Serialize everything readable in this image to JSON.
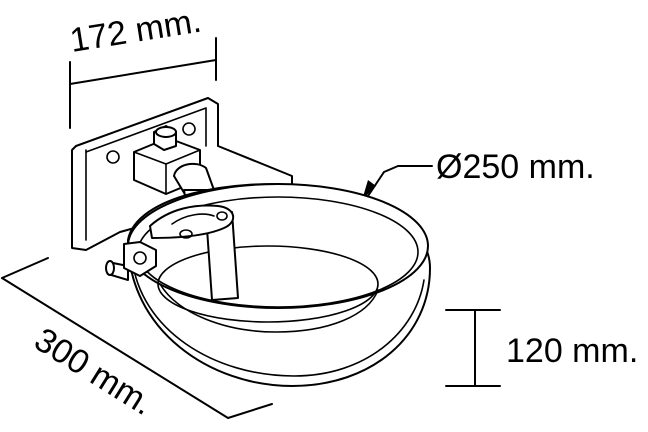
{
  "dimensions": {
    "width": "172 mm.",
    "diameter": "Ø250 mm.",
    "height": "120 mm.",
    "depth": "300 mm."
  },
  "colors": {
    "line": "#000000",
    "background": "#ffffff"
  }
}
